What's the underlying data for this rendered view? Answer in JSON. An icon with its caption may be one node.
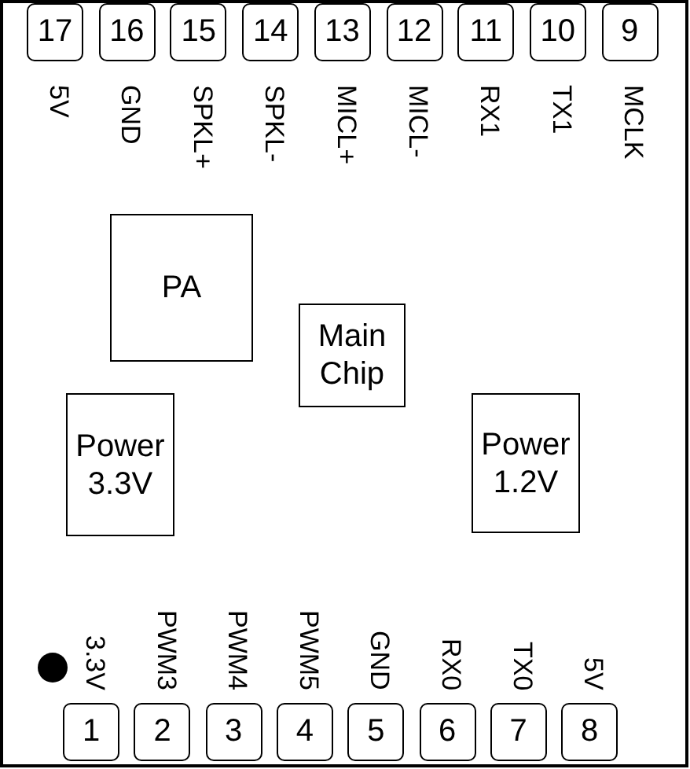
{
  "diagram": {
    "nodes": [
      {
        "text": [],
        "shape": "box"
      },
      {
        "text": [
          "17"
        ],
        "beside": [
          "5V"
        ],
        "in": 0
      },
      {
        "text": [
          "16"
        ],
        "beside": [
          "GND"
        ],
        "in": 0
      },
      {
        "text": [
          "15"
        ],
        "beside": [
          "SPKL+"
        ],
        "in": 0
      },
      {
        "text": [
          "14"
        ],
        "beside": [
          "SPKL-"
        ],
        "in": 0
      },
      {
        "text": [
          "13"
        ],
        "beside": [
          "MICL+"
        ],
        "in": 0
      },
      {
        "text": [
          "12"
        ],
        "beside": [
          "MICL-"
        ],
        "in": 0
      },
      {
        "text": [
          "11"
        ],
        "beside": [
          "RX1"
        ],
        "in": 0
      },
      {
        "text": [
          "10"
        ],
        "beside": [
          "TX1"
        ],
        "in": 0
      },
      {
        "text": [
          "9"
        ],
        "beside": [
          "MCLK"
        ],
        "in": 0
      },
      {
        "text": [
          "PA"
        ],
        "in": 0
      },
      {
        "text": [
          "Main Chip"
        ],
        "in": 0
      },
      {
        "text": [
          "Power 3.3V"
        ],
        "in": 0
      },
      {
        "text": [
          "Power 1.2V"
        ],
        "in": 0
      },
      {
        "text": [
          "1"
        ],
        "beside": [
          "3.3V"
        ],
        "in": 0
      },
      {
        "text": [
          "2"
        ],
        "beside": [
          "PWM3"
        ],
        "in": 0
      },
      {
        "text": [
          "3"
        ],
        "beside": [
          "PWM4"
        ],
        "in": 0
      },
      {
        "text": [
          "4"
        ],
        "beside": [
          "PWM5"
        ],
        "in": 0
      },
      {
        "text": [
          "5"
        ],
        "beside": [
          "GND"
        ],
        "in": 0
      },
      {
        "text": [
          "6"
        ],
        "beside": [
          "RX0"
        ],
        "in": 0
      },
      {
        "text": [
          "7"
        ],
        "beside": [
          "TX0"
        ],
        "in": 0
      },
      {
        "text": [
          "8"
        ],
        "beside": [
          "5V"
        ],
        "in": 0
      }
    ]
  }
}
